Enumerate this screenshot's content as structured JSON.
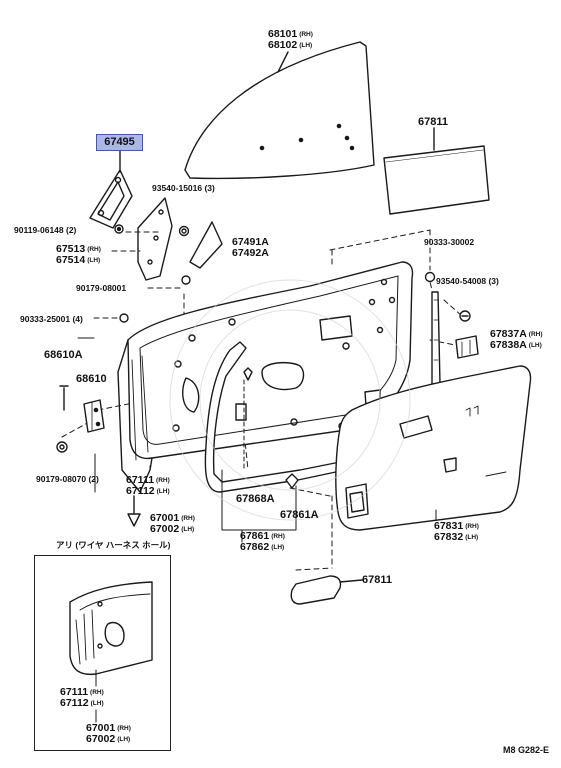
{
  "diagram": {
    "selected_part": "67495",
    "footer_code": "M8  G282-E",
    "inset_caption": "アリ (ワイヤ ハーネス ホール)",
    "side_rh": "(RH)",
    "side_lh": "(LH)",
    "labels": {
      "p68101": "68101",
      "p68102": "68102",
      "p67811_top": "67811",
      "p67811_bottom": "67811",
      "p93540_15016": "93540-15016 (3)",
      "p90119_06148": "90119-06148 (2)",
      "p67513": "67513",
      "p67514": "67514",
      "p67491a": "67491A",
      "p67492a": "67492A",
      "p90179_08001": "90179-08001",
      "p90333_30002": "90333-30002",
      "p93540_54008": "93540-54008 (3)",
      "p90333_25001": "90333-25001 (4)",
      "p68610a": "68610A",
      "p68610": "68610",
      "p67837a": "67837A",
      "p67838a": "67838A",
      "p90179_08070": "90179-08070 (2)",
      "p67111": "67111",
      "p67112": "67112",
      "p67868a": "67868A",
      "p67861a": "67861A",
      "p67001": "67001",
      "p67002": "67002",
      "p67861": "67861",
      "p67862": "67862",
      "p67831": "67831",
      "p67832": "67832",
      "p67111_inset": "67111",
      "p67112_inset": "67112",
      "p67001_inset": "67001",
      "p67002_inset": "67002"
    }
  }
}
